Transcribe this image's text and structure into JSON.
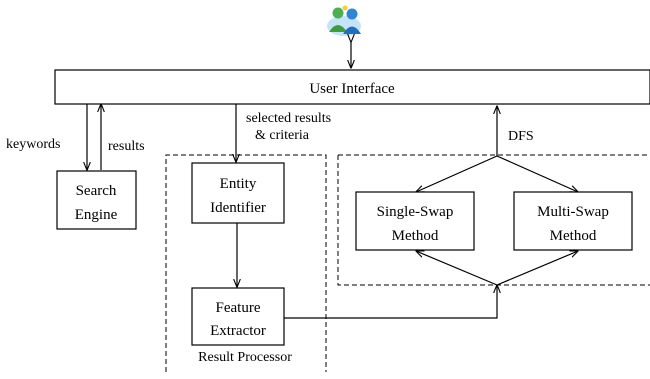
{
  "diagram": {
    "user_icon": "users-people-icon",
    "ui_label": "User Interface",
    "search_engine": [
      "Search",
      "Engine"
    ],
    "entity_identifier": [
      "Entity",
      "Identifier"
    ],
    "feature_extractor": [
      "Feature",
      "Extractor"
    ],
    "single_swap": [
      "Single-Swap",
      "Method"
    ],
    "multi_swap": [
      "Multi-Swap",
      "Method"
    ],
    "result_processor": "Result Processor",
    "keywords": "keywords",
    "results": "results",
    "selected_results": [
      "selected results",
      "& criteria"
    ],
    "dfs": "DFS",
    "colors": {
      "stroke": "#000000",
      "background": "#ffffff"
    }
  }
}
